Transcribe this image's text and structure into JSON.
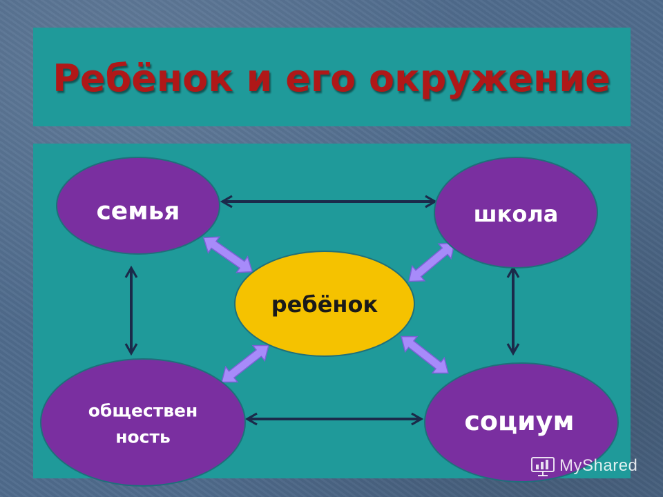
{
  "title": "Ребёнок и его окружение",
  "nodes": {
    "family": "семья",
    "school": "школа",
    "child": "ребёнок",
    "public_line1": "обществен",
    "public_line2": "ность",
    "socium": "социум"
  },
  "watermark": "MyShared",
  "colors": {
    "panel": "#1f9a9a",
    "title_text": "#b01818",
    "outer_node": "#7a2fa0",
    "child_node": "#f5c200",
    "connector_dark": "#1b2a4a",
    "connector_light": "#a78bfa"
  },
  "connections": [
    {
      "from": "семья",
      "to": "школа"
    },
    {
      "from": "семья",
      "to": "обществен ность"
    },
    {
      "from": "школа",
      "to": "социум"
    },
    {
      "from": "обществен ность",
      "to": "социум"
    },
    {
      "from": "ребёнок",
      "to": "семья"
    },
    {
      "from": "ребёнок",
      "to": "школа"
    },
    {
      "from": "ребёнок",
      "to": "обществен ность"
    },
    {
      "from": "ребёнок",
      "to": "социум"
    }
  ]
}
